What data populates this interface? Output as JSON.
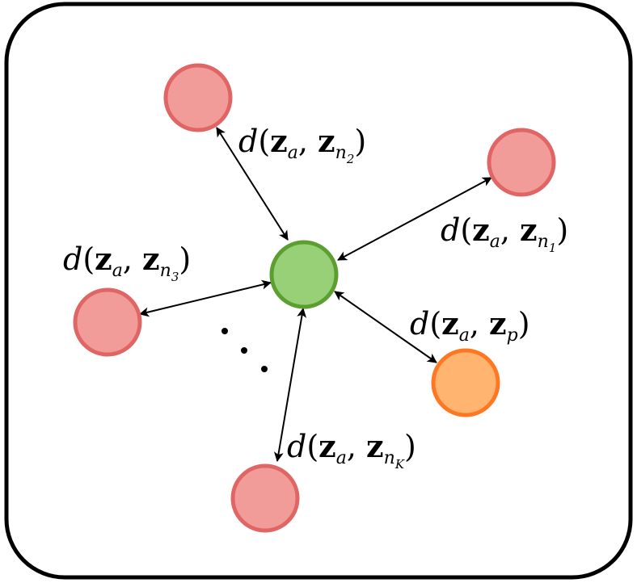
{
  "colors": {
    "anchor_fill": "#97d077",
    "anchor_stroke": "#5c9e2f",
    "negative_fill": "#f19c99",
    "negative_stroke": "#e06666",
    "positive_fill": "#ffb570",
    "positive_stroke": "#ff7722",
    "arrow": "#000000",
    "frame": "#000000"
  },
  "labels": {
    "n1": {
      "func": "d",
      "z": "z",
      "sub_a": "a",
      "sub_other": "n",
      "subsub": "1"
    },
    "n2": {
      "func": "d",
      "z": "z",
      "sub_a": "a",
      "sub_other": "n",
      "subsub": "2"
    },
    "n3": {
      "func": "d",
      "z": "z",
      "sub_a": "a",
      "sub_other": "n",
      "subsub": "3"
    },
    "nK": {
      "func": "d",
      "z": "z",
      "sub_a": "a",
      "sub_other": "n",
      "subsub": "K"
    },
    "p": {
      "func": "d",
      "z": "z",
      "sub_a": "a",
      "sub_other": "p"
    }
  },
  "ellipsis": "..."
}
